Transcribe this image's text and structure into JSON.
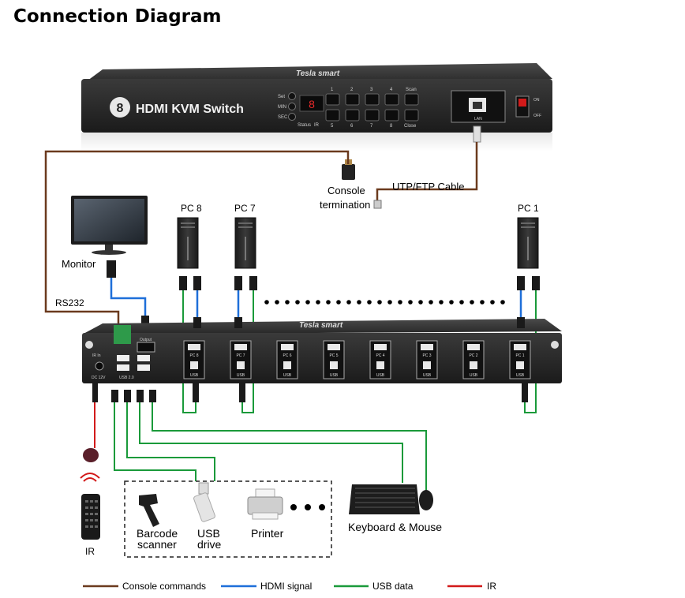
{
  "page": {
    "title": "Connection Diagram"
  },
  "switch_front": {
    "logo_number": "8",
    "brand_label": "HDMI KVM Switch",
    "top_brand": "Tesla smart",
    "buttons_left": [
      "Set",
      "MIN",
      "SEC"
    ],
    "display_value": "8",
    "status_labels": [
      "Status",
      "IR"
    ],
    "port_buttons": [
      "1",
      "2",
      "3",
      "4",
      "5",
      "6",
      "7",
      "8"
    ],
    "function_buttons": [
      "Scan",
      "Close"
    ],
    "lan_label": "LAN",
    "power_labels": [
      "ON",
      "OFF"
    ]
  },
  "switch_rear": {
    "top_brand": "Tesla smart",
    "ir_label": "IR In",
    "dc_label": "DC 12V",
    "output_label": "Output",
    "usb2_label": "USB 2.0",
    "ports": [
      {
        "pc": "PC 8",
        "usb": "USB"
      },
      {
        "pc": "PC 7",
        "usb": "USB"
      },
      {
        "pc": "PC 6",
        "usb": "USB"
      },
      {
        "pc": "PC 5",
        "usb": "USB"
      },
      {
        "pc": "PC 4",
        "usb": "USB"
      },
      {
        "pc": "PC 3",
        "usb": "USB"
      },
      {
        "pc": "PC 2",
        "usb": "USB"
      },
      {
        "pc": "PC 1",
        "usb": "USB"
      }
    ]
  },
  "labels": {
    "console_line1": "Console",
    "console_line2": "termination",
    "utp_cable": "UTP/FTP Cable",
    "monitor": "Monitor",
    "rs232": "RS232",
    "pc8": "PC 8",
    "pc7": "PC 7",
    "pc1": "PC 1",
    "barcode_line1": "Barcode",
    "barcode_line2": "scanner",
    "usb_line1": "USB",
    "usb_line2": "drive",
    "printer": "Printer",
    "keyboard_mouse": "Keyboard & Mouse",
    "ir": "IR"
  },
  "legend": [
    {
      "label": "Console commands",
      "color": "#6b3a1e"
    },
    {
      "label": "HDMI signal",
      "color": "#1e6fd9"
    },
    {
      "label": "USB data",
      "color": "#1a9a3a"
    },
    {
      "label": "IR",
      "color": "#d21a1a"
    }
  ],
  "colors": {
    "console": "#6b3a1e",
    "hdmi": "#1e6fd9",
    "usb": "#1a9a3a",
    "ir": "#d21a1a",
    "device_dark": "#2a2a2a"
  }
}
